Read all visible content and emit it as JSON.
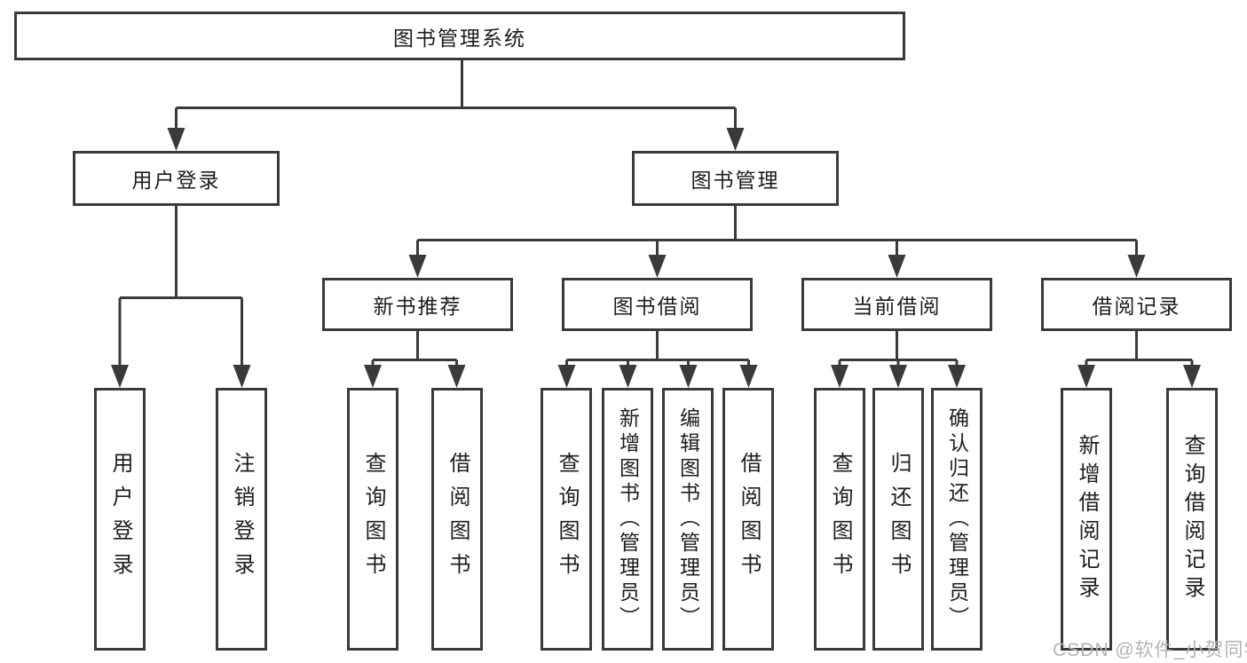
{
  "colors": {
    "line": "#3a3a3a",
    "text": "#1d1d1d",
    "watermark": "#b3b3b3",
    "background": "#ffffff"
  },
  "tree": {
    "root": "图书管理系统",
    "level2": [
      {
        "label": "用户登录",
        "leaves": [
          "用户登录",
          "注销登录"
        ]
      },
      {
        "label": "图书管理",
        "children": [
          {
            "label": "新书推荐",
            "leaves": [
              "查询图书",
              "借阅图书"
            ]
          },
          {
            "label": "图书借阅",
            "leaves": [
              "查询图书",
              "新增图书（管理员）",
              "编辑图书（管理员）",
              "借阅图书"
            ]
          },
          {
            "label": "当前借阅",
            "leaves": [
              "查询图书",
              "归还图书",
              "确认归还（管理员）"
            ]
          },
          {
            "label": "借阅记录",
            "leaves": [
              "新增借阅记录",
              "查询借阅记录"
            ]
          }
        ]
      }
    ]
  },
  "watermark": "CSDN @软件_小贺同学"
}
